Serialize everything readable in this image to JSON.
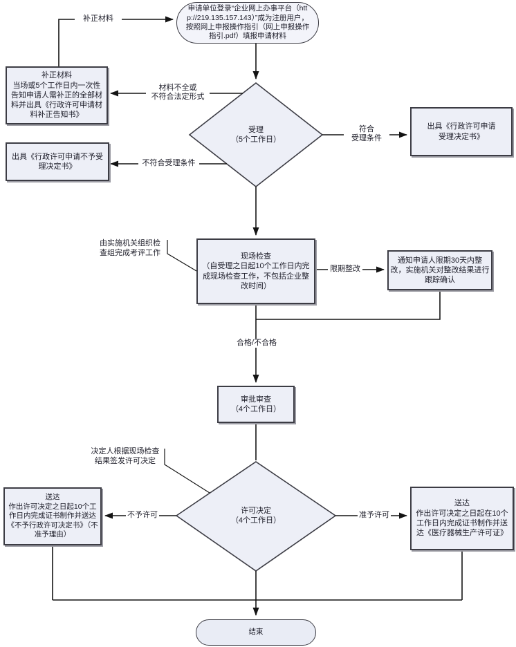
{
  "colors": {
    "node_fill": "#edeff7",
    "node_border": "#3c3c44",
    "line": "#141414",
    "text": "#1c1c28"
  },
  "nodes": {
    "start": "申请单位登录“企业网上办事平台（http://219.135.157.143）”成为注册用户，按照网上申报操作指引（网上申报操作指引.pdf）填报申请材料",
    "supplement": {
      "title": "补正材料",
      "body": "当场或5个工作日内一次性告知申请人需补正的全部材料并出具《行政许可申请材料补正告知书》"
    },
    "not_accept": "出具《行政许可申请不予受理决定书》",
    "acceptance": {
      "title": "受理",
      "sub": "（5个工作日）"
    },
    "accept": "出具《行政许可申请受理决定书》",
    "inspect_note": "由实施机关组织检查组完成考评工作",
    "inspection": {
      "title": "现场检查",
      "body": "（自受理之日起10个工作日内完成现场检查工作，不包括企业整改时间）"
    },
    "rectify": "通知申请人限期30天内整改，实施机关对整改结果进行跟踪确认",
    "review": {
      "title": "审批审查",
      "sub": "（4个工作日）"
    },
    "decision_note": "决定人根据现场检查结果签发许可决定",
    "decision": {
      "title": "许可决定",
      "sub": "（4个工作日）"
    },
    "deny": {
      "title": "送达",
      "body": "作出许可决定之日起10个工作日内完成证书制作并送达《不予行政许可决定书》（不准予理由）"
    },
    "grant": {
      "title": "送达",
      "body": "作出许可决定之日起在10个工作日内完成证书制作并送达《医疗器械生产许可证》"
    },
    "end": "结束"
  },
  "edge_labels": {
    "resubmit": "补正材料",
    "incomplete": "材料不全或\n不符合法定形式",
    "not_accepted": "不符合受理条件",
    "accepted": "符合\n受理条件",
    "rectify": "限期整改",
    "pass_fail": "合格/不合格",
    "deny": "不予许可",
    "grant": "准予许可"
  }
}
